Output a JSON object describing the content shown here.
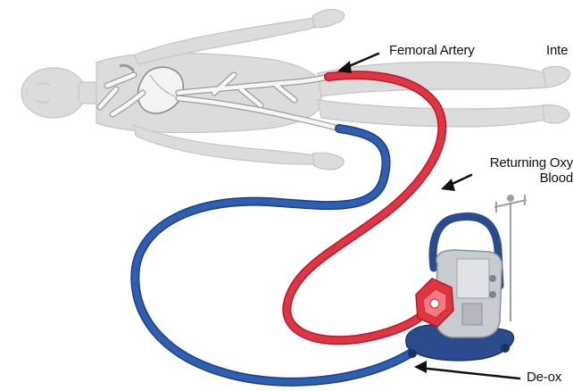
{
  "labels": {
    "femoral_artery": "Femoral Artery",
    "internal_cut": "Inte",
    "returning_line1": "Returning Oxy",
    "returning_line2": "Blood",
    "deoxy_cut": "De-ox"
  },
  "colors": {
    "body_silhouette": "#d9d9d9",
    "body_outline": "#bdbdbd",
    "vessels": "#f4f4f4",
    "oxygenated_tube": "#d8283a",
    "deoxygenated_tube": "#2a56a6",
    "pump_frame": "#2b4c8c",
    "pump_housing": "#c9ccd1",
    "pump_head": "#e23440",
    "iv_pole": "#9aa0a6",
    "arrow": "#111111"
  },
  "icons": [
    "human-body-silhouette",
    "heart-icon",
    "ecmo-pump-icon",
    "iv-pole-icon"
  ]
}
